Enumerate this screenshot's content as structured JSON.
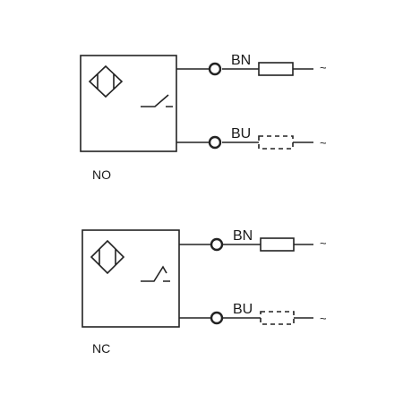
{
  "diagrams": [
    {
      "type_label": "NO",
      "wires": [
        {
          "label": "BN",
          "tilde": "~"
        },
        {
          "label": "BU",
          "tilde": "~"
        }
      ]
    },
    {
      "type_label": "NC",
      "wires": [
        {
          "label": "BN",
          "tilde": "~"
        },
        {
          "label": "BU",
          "tilde": "~"
        }
      ]
    }
  ],
  "colors": {
    "line": "#222222",
    "background": "#ffffff"
  }
}
